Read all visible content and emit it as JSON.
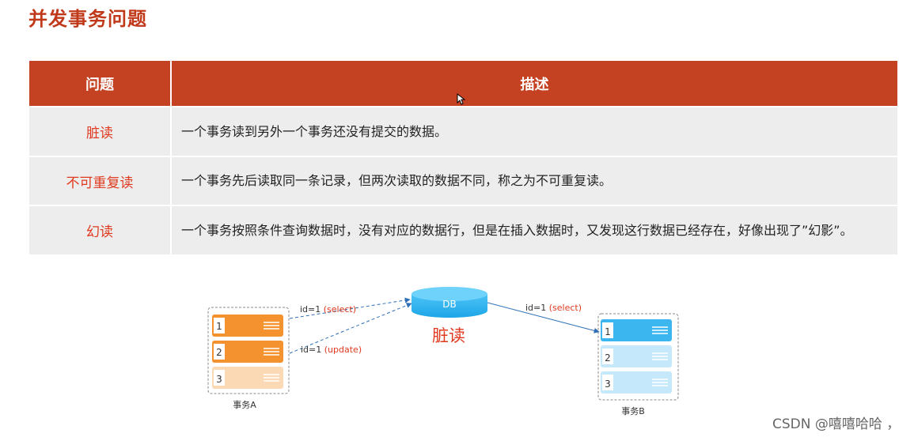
{
  "title": "并发事务问题",
  "table": {
    "headers": [
      "问题",
      "描述"
    ],
    "rows": [
      {
        "name": "脏读",
        "desc": "一个事务读到另外一个事务还没有提交的数据。"
      },
      {
        "name": "不可重复读",
        "desc": "一个事务先后读取同一条记录，但两次读取的数据不同，称之为不可重复读。"
      },
      {
        "name": "幻读",
        "desc": "一个事务按照条件查询数据时，没有对应的数据行，但是在插入数据时，又发现这行数据已经存在，好像出现了”幻影”。"
      }
    ]
  },
  "diagram": {
    "db_label": "DB",
    "center_label": "脏读",
    "transaction_a": {
      "label": "事务A",
      "rows": [
        "1",
        "2",
        "3"
      ]
    },
    "transaction_b": {
      "label": "事务B",
      "rows": [
        "1",
        "2",
        "3"
      ]
    },
    "edges": {
      "a_select": {
        "prefix": "id=1 ",
        "op": "(select)"
      },
      "a_update": {
        "prefix": "id=1 ",
        "op": "(update)"
      },
      "b_select": {
        "prefix": "id=1 ",
        "op": "(select)"
      }
    }
  },
  "watermark": "CSDN @嘻嘻哈哈 ，",
  "colors": {
    "header_bg": "#c44122",
    "accent_red": "#e0391f",
    "row_bg": "#ededed",
    "orange": "#f3922f",
    "orange_light": "#fbd9b5",
    "blue": "#3bb6ee",
    "blue_light": "#c5e8fb"
  }
}
